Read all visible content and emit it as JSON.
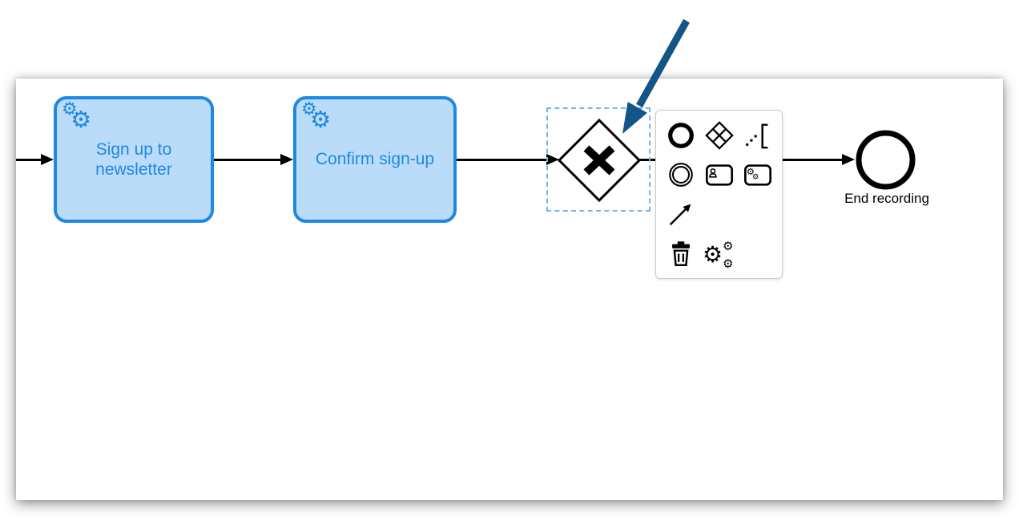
{
  "colors": {
    "task_fill": "#BBDCF8",
    "task_stroke": "#1E88E5",
    "task_text": "#1E88E5",
    "flow_stroke": "#000000",
    "selection_stroke": "#6FB3F0",
    "annotation_arrow": "#135586",
    "pad_bg": "#FFFFFF",
    "pad_border": "#CCCCCC"
  },
  "diagram": {
    "tasks": [
      {
        "id": "task-1",
        "type": "service-task",
        "marker_icon": "gears-icon",
        "label": "Sign up to newsletter"
      },
      {
        "id": "task-2",
        "type": "service-task",
        "marker_icon": "gears-icon",
        "label": "Confirm sign-up"
      }
    ],
    "gateway": {
      "id": "gateway-1",
      "type": "exclusive-gateway",
      "symbol": "X",
      "selected": true
    },
    "end_event": {
      "id": "end-event-1",
      "label": "End recording"
    },
    "flows": [
      {
        "name": "flow-into-task-1"
      },
      {
        "name": "flow-task-1-to-task-2"
      },
      {
        "name": "flow-task-2-to-gateway"
      },
      {
        "name": "flow-gateway-to-end-event"
      }
    ]
  },
  "context_pad": {
    "items": [
      {
        "name": "append-end-event",
        "icon": "end-event-icon"
      },
      {
        "name": "append-gateway",
        "icon": "gateway-xor-icon"
      },
      {
        "name": "append-text-annotation",
        "icon": "text-annotation-icon"
      },
      {
        "name": "append-intermediate-event",
        "icon": "intermediate-event-icon"
      },
      {
        "name": "append-user-task",
        "icon": "user-task-icon"
      },
      {
        "name": "append-service-task",
        "icon": "service-task-icon"
      },
      {
        "name": "connect",
        "icon": "connect-arrow-icon"
      },
      {
        "name": "delete",
        "icon": "trash-icon"
      },
      {
        "name": "settings",
        "icon": "gears-settings-icon"
      }
    ]
  },
  "annotation": {
    "type": "callout-arrow",
    "target": "gateway"
  }
}
